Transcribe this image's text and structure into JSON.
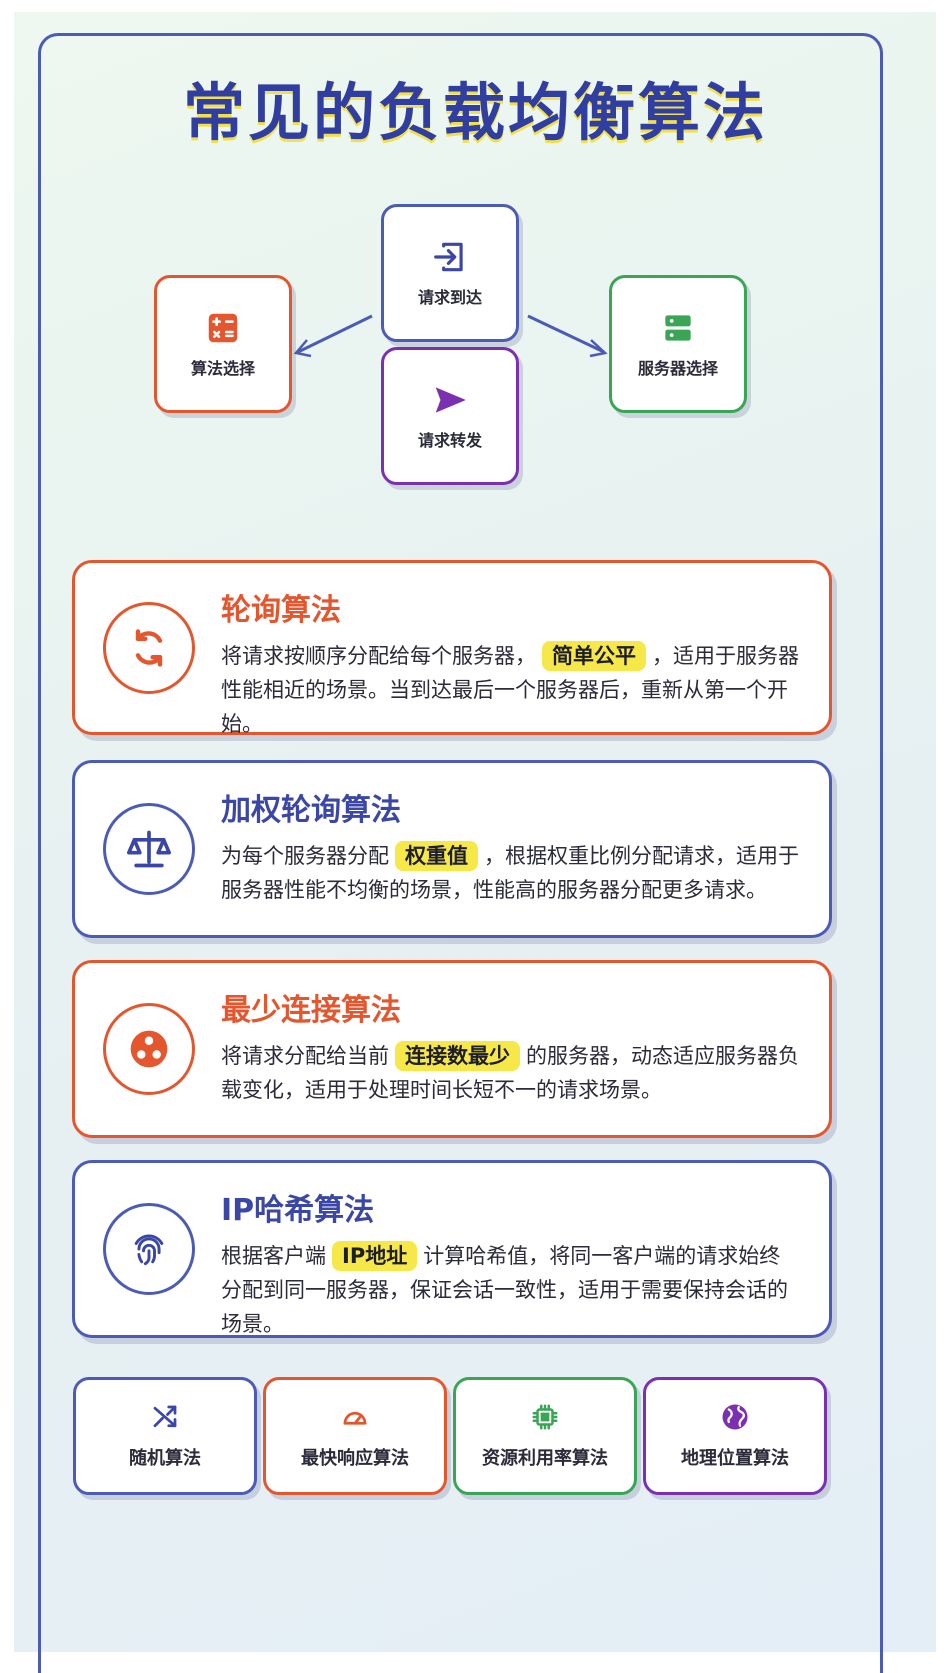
{
  "title": "常见的负载均衡算法",
  "flow": {
    "request": {
      "label": "请求到达",
      "icon": "login-arrow-icon"
    },
    "algorithm": {
      "label": "算法选择",
      "icon": "calculator-icon"
    },
    "server": {
      "label": "服务器选择",
      "icon": "server-icon"
    },
    "forward": {
      "label": "请求转发",
      "icon": "send-icon"
    }
  },
  "algorithms": [
    {
      "title": "轮询算法",
      "icon": "refresh-icon",
      "color": "#e4572e",
      "text_before": "将请求按顺序分配给每个服务器，",
      "highlight": "简单公平",
      "text_after": "，适用于服务器性能相近的场景。当到达最后一个服务器后，重新从第一个开始。"
    },
    {
      "title": "加权轮询算法",
      "icon": "scale-icon",
      "color": "#3b47a6",
      "text_before": "为每个服务器分配",
      "highlight": "权重值",
      "text_after": "，根据权重比例分配请求，适用于服务器性能不均衡的场景，性能高的服务器分配更多请求。"
    },
    {
      "title": "最少连接算法",
      "icon": "connections-icon",
      "color": "#e4572e",
      "text_before": "将请求分配给当前",
      "highlight": "连接数最少",
      "text_after": "的服务器，动态适应服务器负载变化，适用于处理时间长短不一的请求场景。"
    },
    {
      "title": "IP哈希算法",
      "icon": "fingerprint-icon",
      "color": "#3b47a6",
      "text_before": "根据客户端",
      "highlight": "IP地址",
      "text_after": "计算哈希值，将同一客户端的请求始终分配到同一服务器，保证会话一致性，适用于需要保持会话的场景。"
    }
  ],
  "more": [
    {
      "label": "随机算法",
      "icon": "shuffle-icon",
      "color": "#3b47a6"
    },
    {
      "label": "最快响应算法",
      "icon": "speedometer-icon",
      "color": "#e4572e"
    },
    {
      "label": "资源利用率算法",
      "icon": "cpu-icon",
      "color": "#3aa655"
    },
    {
      "label": "地理位置算法",
      "icon": "globe-icon",
      "color": "#7b2fb1"
    }
  ],
  "colors": {
    "blue": "#4c5bb5",
    "orange": "#e4572e",
    "green": "#3aa655",
    "purple": "#7b2fb1",
    "highlight": "#f7e84a"
  }
}
